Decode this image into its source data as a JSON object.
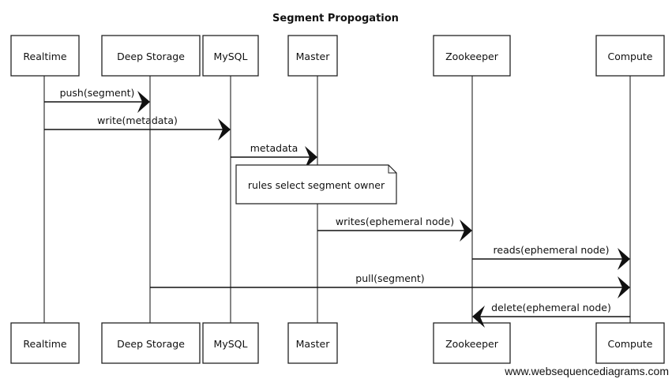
{
  "title": "Segment Propogation",
  "participants": [
    {
      "id": "realtime",
      "label": "Realtime"
    },
    {
      "id": "deep_storage",
      "label": "Deep Storage"
    },
    {
      "id": "mysql",
      "label": "MySQL"
    },
    {
      "id": "master",
      "label": "Master"
    },
    {
      "id": "zookeeper",
      "label": "Zookeeper"
    },
    {
      "id": "compute",
      "label": "Compute"
    }
  ],
  "messages": [
    {
      "from": "realtime",
      "to": "deep_storage",
      "label": "push(segment)"
    },
    {
      "from": "realtime",
      "to": "mysql",
      "label": "write(metadata)"
    },
    {
      "from": "mysql",
      "to": "master",
      "label": "metadata"
    },
    {
      "note": true,
      "over": "mysql",
      "to": "master",
      "label": "rules select segment owner"
    },
    {
      "from": "master",
      "to": "zookeeper",
      "label": "writes(ephemeral node)"
    },
    {
      "from": "zookeeper",
      "to": "compute",
      "label": "reads(ephemeral node)"
    },
    {
      "from": "deep_storage",
      "to": "compute",
      "label": "pull(segment)"
    },
    {
      "from": "compute",
      "to": "zookeeper",
      "label": "delete(ephemeral node)"
    }
  ],
  "watermark": "www.websequencediagrams.com"
}
